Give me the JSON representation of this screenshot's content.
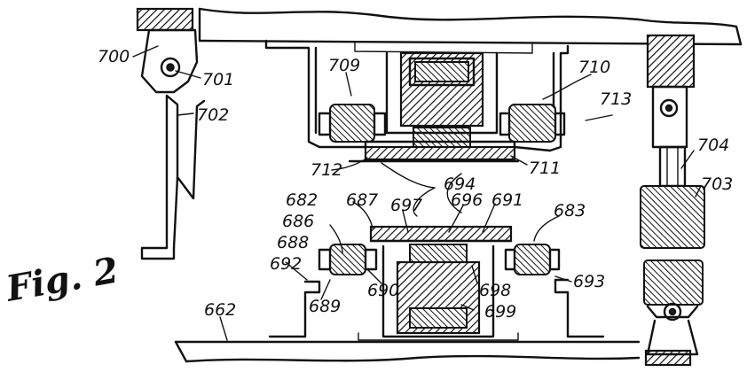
{
  "figure": {
    "label": "Fig. 2",
    "refs": [
      "700",
      "701",
      "702",
      "709",
      "710",
      "713",
      "712",
      "711",
      "694",
      "682",
      "687",
      "697",
      "696",
      "691",
      "683",
      "686",
      "688",
      "692",
      "690",
      "698",
      "693",
      "689",
      "699",
      "662",
      "704",
      "703"
    ]
  }
}
